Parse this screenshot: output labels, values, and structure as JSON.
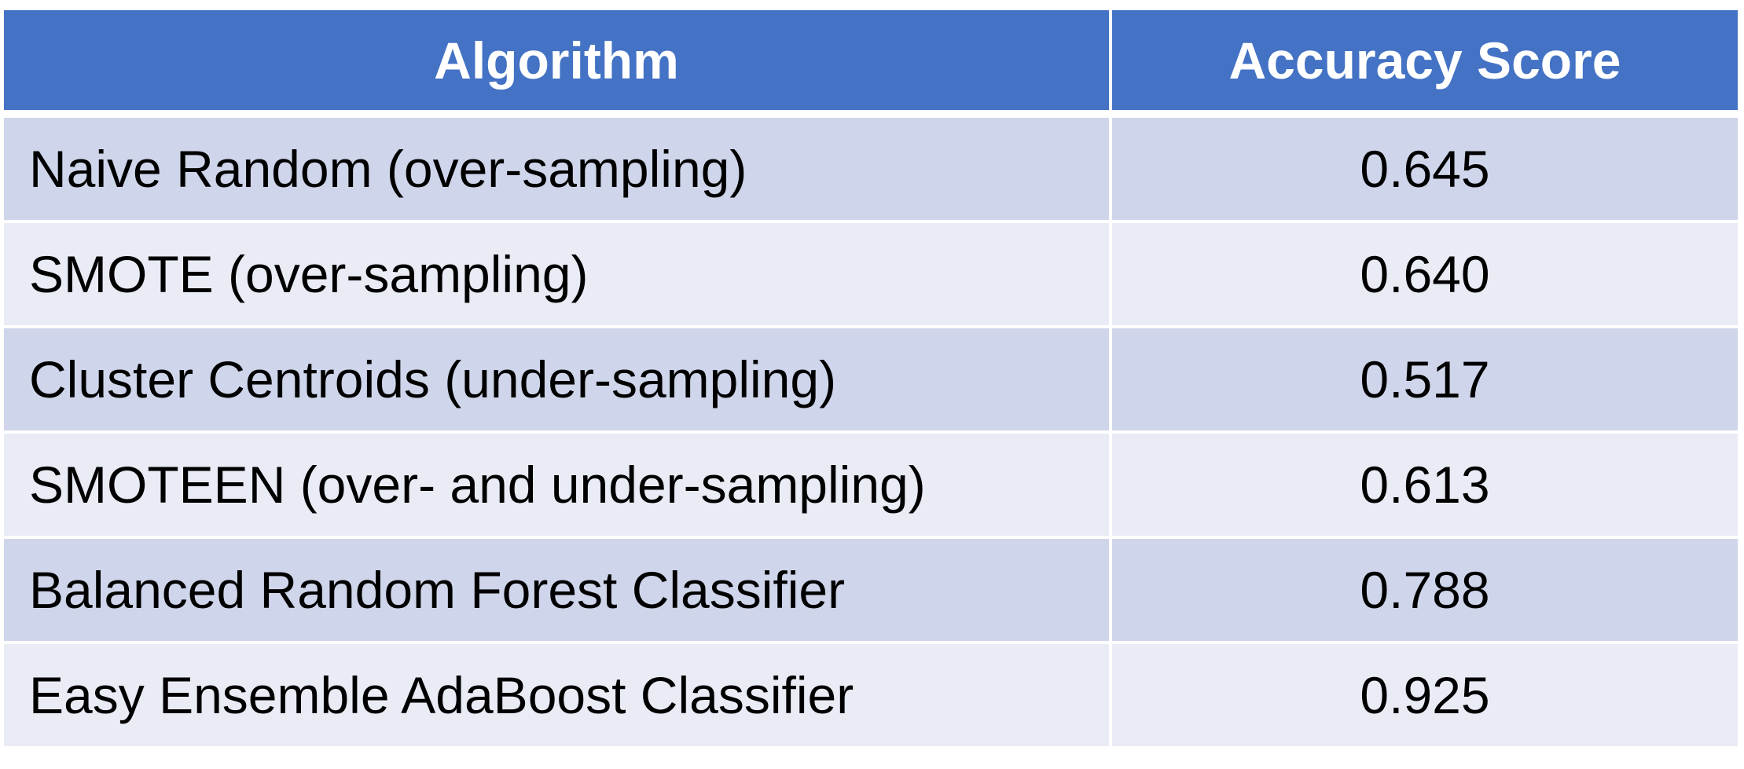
{
  "chart_data": {
    "type": "table",
    "columns": [
      "Algorithm",
      "Accuracy Score"
    ],
    "rows": [
      {
        "algorithm": "Naive Random (over-sampling)",
        "accuracy": "0.645"
      },
      {
        "algorithm": "SMOTE (over-sampling)",
        "accuracy": "0.640"
      },
      {
        "algorithm": "Cluster Centroids (under-sampling)",
        "accuracy": "0.517"
      },
      {
        "algorithm": "SMOTEEN (over- and under-sampling)",
        "accuracy": "0.613"
      },
      {
        "algorithm": "Balanced Random Forest Classifier",
        "accuracy": "0.788"
      },
      {
        "algorithm": "Easy Ensemble AdaBoost Classifier",
        "accuracy": "0.925"
      }
    ],
    "colors": {
      "header": "#4472c4",
      "header_text": "#ffffff",
      "row_odd": "#cfd5ea",
      "row_even": "#e9ebf5"
    }
  }
}
